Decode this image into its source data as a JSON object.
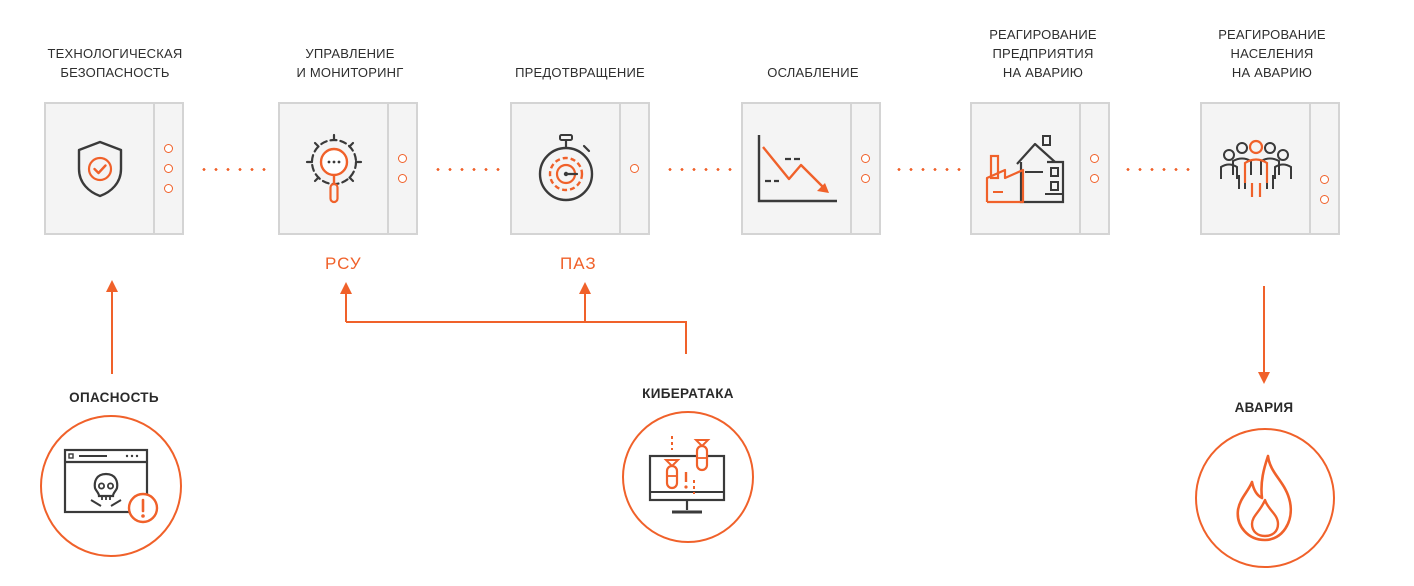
{
  "stages": [
    {
      "id": "tech-safety",
      "title_lines": [
        "ТЕХНОЛОГИЧЕСКАЯ",
        "БЕЗОПАСНОСТЬ"
      ],
      "icon": "shield-check-icon",
      "ports": 3
    },
    {
      "id": "control-monitoring",
      "title_lines": [
        "УПРАВЛЕНИЕ",
        "И МОНИТОРИНГ"
      ],
      "icon": "gear-magnifier-icon",
      "ports": 2
    },
    {
      "id": "prevention",
      "title_lines": [
        "ПРЕДОТВРАЩЕНИЕ"
      ],
      "icon": "stopwatch-gear-icon",
      "ports": 1
    },
    {
      "id": "mitigation",
      "title_lines": [
        "ОСЛАБЛЕНИЕ"
      ],
      "icon": "decline-chart-icon",
      "ports": 2
    },
    {
      "id": "enterprise-response",
      "title_lines": [
        "РЕАГИРОВАНИЕ",
        "ПРЕДПРИЯТИЯ",
        "НА АВАРИЮ"
      ],
      "icon": "factory-building-icon",
      "ports": 2
    },
    {
      "id": "population-response",
      "title_lines": [
        "РЕАГИРОВАНИЕ",
        "НАСЕЛЕНИЯ",
        "НА АВАРИЮ"
      ],
      "icon": "people-group-icon",
      "ports": 2
    }
  ],
  "systems": {
    "rsu": "РСУ",
    "paz": "ПАЗ"
  },
  "events": {
    "hazard": {
      "label": "ОПАСНОСТЬ",
      "icon": "skull-browser-warning-icon"
    },
    "cyberattack": {
      "label": "КИБЕРАТАКА",
      "icon": "monitor-bombs-icon"
    },
    "accident": {
      "label": "АВАРИЯ",
      "icon": "flame-icon"
    }
  },
  "colors": {
    "accent": "#f0612a",
    "dark": "#3a3a3a",
    "card_bg": "#f4f4f4",
    "card_border": "#d4d4d4"
  }
}
